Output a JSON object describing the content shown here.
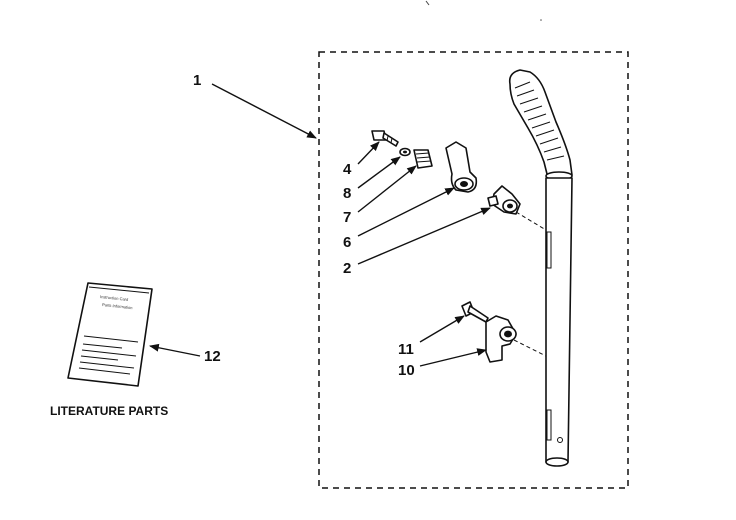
{
  "callouts": {
    "c1": "1",
    "c4": "4",
    "c8": "8",
    "c7": "7",
    "c6": "6",
    "c2": "2",
    "c11": "11",
    "c10": "10",
    "c12": "12"
  },
  "literature_label": "LITERATURE PARTS",
  "booklet": {
    "title_line1": "Instruction Card",
    "title_line2": "Parts Information"
  }
}
